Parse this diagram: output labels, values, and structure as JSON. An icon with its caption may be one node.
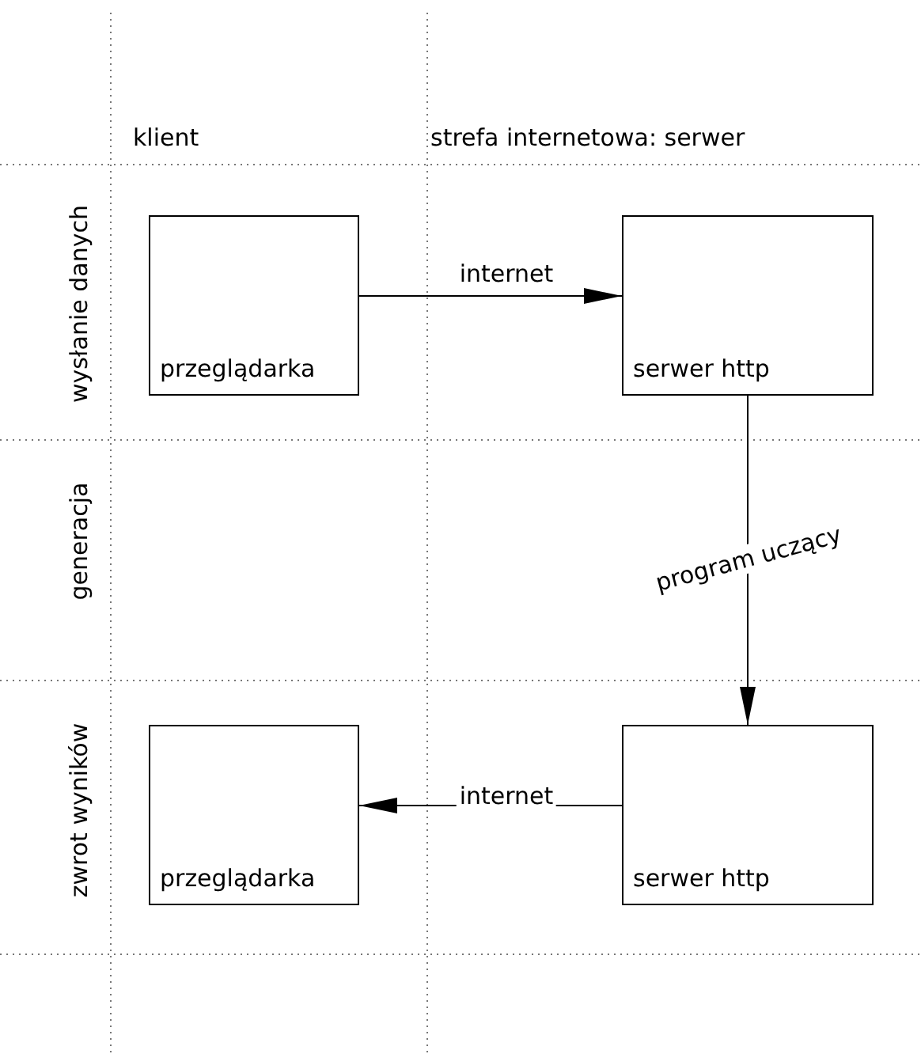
{
  "diagram": {
    "nodes": [
      {
        "text": [
          "przeglądarka"
        ]
      },
      {
        "text": [
          "serwer http"
        ]
      },
      {
        "text": [
          "przeglądarka"
        ]
      },
      {
        "text": [
          "serwer http"
        ]
      }
    ],
    "edges": [
      {
        "from": 0,
        "to": 1,
        "arrow": "to",
        "label": "internet"
      },
      {
        "from": 1,
        "to": 3,
        "arrow": "to",
        "label": "program uczący"
      },
      {
        "from": 3,
        "to": 2,
        "arrow": "to",
        "label": "internet"
      }
    ],
    "labels": [
      "klient",
      "strefa internetowa: serwer",
      "wysłanie danych",
      "generacja",
      "zwrot wyników"
    ]
  }
}
